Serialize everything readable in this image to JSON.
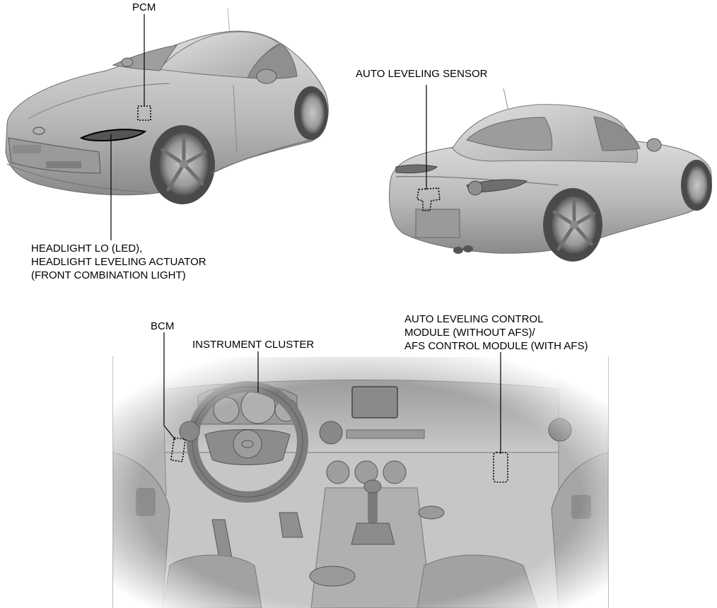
{
  "labels": {
    "pcm": "PCM",
    "auto_leveling_sensor": "AUTO LEVELING SENSOR",
    "headlight_line1": "HEADLIGHT LO (LED),",
    "headlight_line2": "HEADLIGHT LEVELING ACTUATOR",
    "headlight_line3": "(FRONT COMBINATION LIGHT)",
    "bcm": "BCM",
    "instrument_cluster": "INSTRUMENT CLUSTER",
    "control_module_line1": "AUTO LEVELING CONTROL",
    "control_module_line2": "MODULE (WITHOUT AFS)/",
    "control_module_line3": "AFS CONTROL MODULE (WITH AFS)"
  },
  "colors": {
    "body_light": "#d2d2d2",
    "body_mid": "#a9a9a9",
    "body_dark": "#6c6c6c",
    "leader_line": "#000000"
  }
}
